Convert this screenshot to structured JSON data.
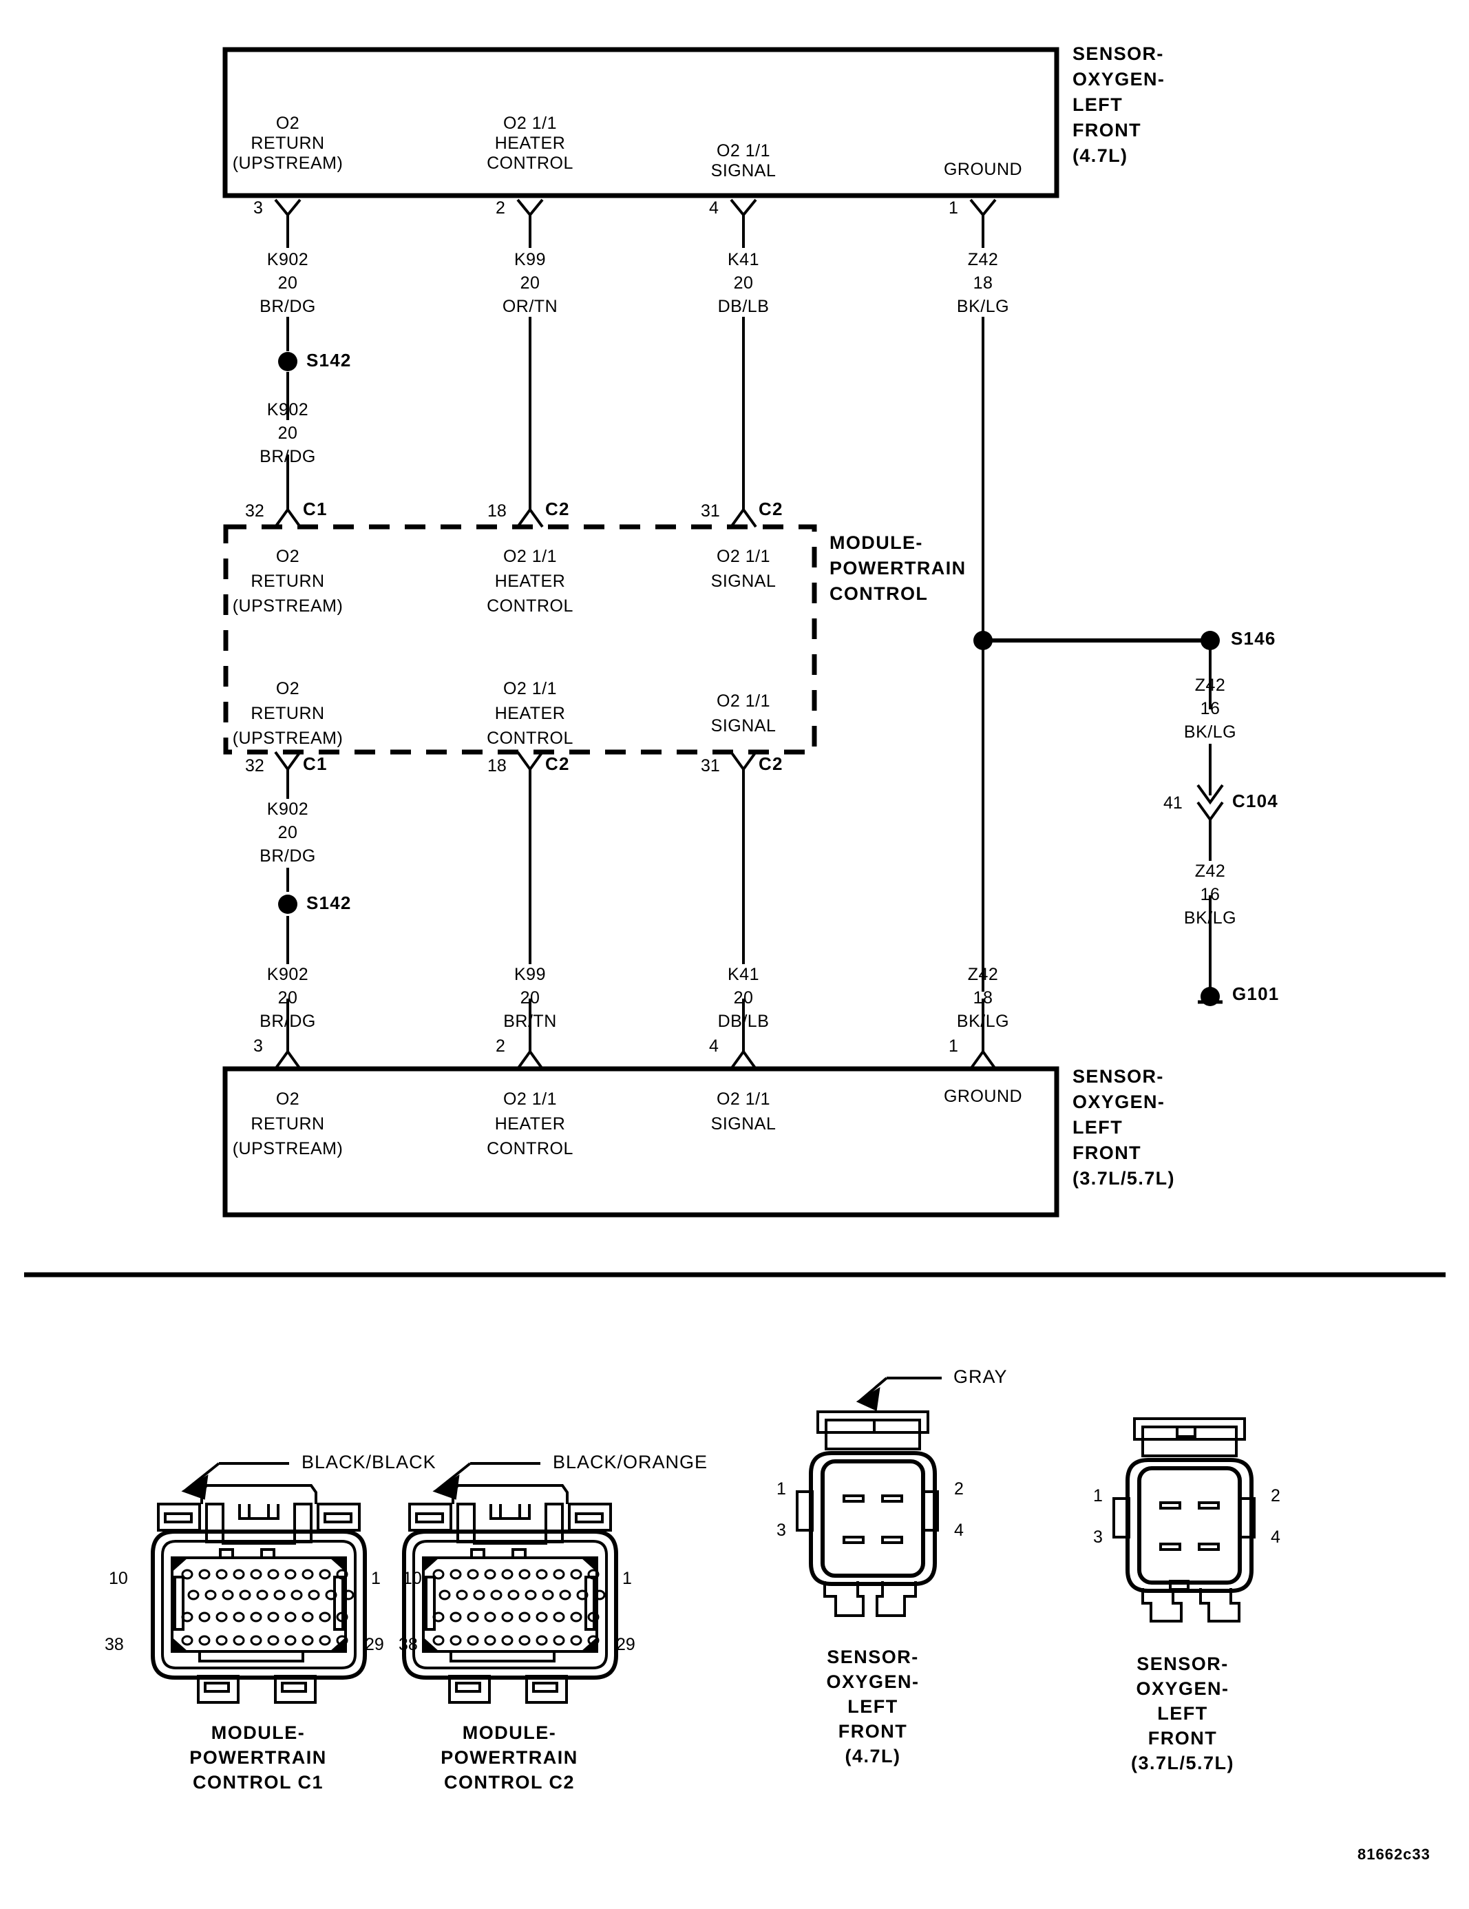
{
  "diagram": {
    "code": "81662c33",
    "top_sensor": {
      "name_lines": [
        "SENSOR-",
        "OXYGEN-",
        "LEFT",
        "FRONT",
        "(4.7L)"
      ],
      "terminals": [
        {
          "pin": "3",
          "lines": [
            "O2",
            "RETURN",
            "(UPSTREAM)"
          ]
        },
        {
          "pin": "2",
          "lines": [
            "O2 1/1",
            "HEATER",
            "CONTROL"
          ]
        },
        {
          "pin": "4",
          "lines": [
            "O2 1/1",
            "SIGNAL"
          ]
        },
        {
          "pin": "1",
          "lines": [
            "GROUND"
          ]
        }
      ]
    },
    "bottom_sensor": {
      "name_lines": [
        "SENSOR-",
        "OXYGEN-",
        "LEFT",
        "FRONT",
        "(3.7L/5.7L)"
      ],
      "terminals": [
        {
          "pin": "3",
          "lines": [
            "O2",
            "RETURN",
            "(UPSTREAM)"
          ]
        },
        {
          "pin": "2",
          "lines": [
            "O2 1/1",
            "HEATER",
            "CONTROL"
          ]
        },
        {
          "pin": "4",
          "lines": [
            "O2 1/1",
            "SIGNAL"
          ]
        },
        {
          "pin": "1",
          "lines": [
            "GROUND"
          ]
        }
      ]
    },
    "pcm": {
      "name_lines": [
        "MODULE-",
        "POWERTRAIN",
        "CONTROL"
      ],
      "top_pins": [
        {
          "pin": "32",
          "conn": "C1",
          "lines": [
            "O2",
            "RETURN",
            "(UPSTREAM)"
          ]
        },
        {
          "pin": "18",
          "conn": "C2",
          "lines": [
            "O2 1/1",
            "HEATER",
            "CONTROL"
          ]
        },
        {
          "pin": "31",
          "conn": "C2",
          "lines": [
            "O2 1/1",
            "SIGNAL"
          ]
        }
      ],
      "bottom_pins": [
        {
          "pin": "32",
          "conn": "C1",
          "lines": [
            "O2",
            "RETURN",
            "(UPSTREAM)"
          ]
        },
        {
          "pin": "18",
          "conn": "C2",
          "lines": [
            "O2 1/1",
            "HEATER",
            "CONTROL"
          ]
        },
        {
          "pin": "31",
          "conn": "C2",
          "lines": [
            "O2 1/1",
            "SIGNAL"
          ]
        }
      ]
    },
    "wires_top": [
      {
        "circuit": "K902",
        "gauge": "20",
        "color": "BR/DG"
      },
      {
        "circuit": "K99",
        "gauge": "20",
        "color": "OR/TN"
      },
      {
        "circuit": "K41",
        "gauge": "20",
        "color": "DB/LB"
      },
      {
        "circuit": "Z42",
        "gauge": "18",
        "color": "BK/LG"
      }
    ],
    "wire_top_splice_lower": {
      "circuit": "K902",
      "gauge": "20",
      "color": "BR/DG"
    },
    "wires_bottom_upper": {
      "circuit": "K902",
      "gauge": "20",
      "color": "BR/DG"
    },
    "wires_bottom": [
      {
        "circuit": "K902",
        "gauge": "20",
        "color": "BR/DG"
      },
      {
        "circuit": "K99",
        "gauge": "20",
        "color": "BR/TN"
      },
      {
        "circuit": "K41",
        "gauge": "20",
        "color": "DB/LB"
      },
      {
        "circuit": "Z42",
        "gauge": "18",
        "color": "BK/LG"
      }
    ],
    "splices": {
      "s142_top": "S142",
      "s142_bottom": "S142",
      "s146": "S146"
    },
    "ground_branch": {
      "wire_above": {
        "circuit": "Z42",
        "gauge": "16",
        "color": "BK/LG"
      },
      "connector": {
        "pin": "41",
        "name": "C104"
      },
      "wire_below": {
        "circuit": "Z42",
        "gauge": "16",
        "color": "BK/LG"
      },
      "ground": "G101"
    }
  },
  "connector_views": [
    {
      "id": "pcm-c1",
      "callout": "BLACK/BLACK",
      "pins": {
        "top_left": "10",
        "top_right": "1",
        "bottom_left": "38",
        "bottom_right": "29"
      },
      "caption_lines": [
        "MODULE-",
        "POWERTRAIN",
        "CONTROL C1"
      ]
    },
    {
      "id": "pcm-c2",
      "callout": "BLACK/ORANGE",
      "pins": {
        "top_left": "10",
        "top_right": "1",
        "bottom_left": "38",
        "bottom_right": "29"
      },
      "caption_lines": [
        "MODULE-",
        "POWERTRAIN",
        "CONTROL C2"
      ]
    },
    {
      "id": "o2-47",
      "callout": "GRAY",
      "pins": {
        "top_left": "1",
        "top_right": "2",
        "bottom_left": "3",
        "bottom_right": "4"
      },
      "caption_lines": [
        "SENSOR-",
        "OXYGEN-",
        "LEFT",
        "FRONT",
        "(4.7L)"
      ]
    },
    {
      "id": "o2-3757",
      "callout": "",
      "pins": {
        "top_left": "1",
        "top_right": "2",
        "bottom_left": "3",
        "bottom_right": "4"
      },
      "caption_lines": [
        "SENSOR-",
        "OXYGEN-",
        "LEFT",
        "FRONT",
        "(3.7L/5.7L)"
      ]
    }
  ]
}
